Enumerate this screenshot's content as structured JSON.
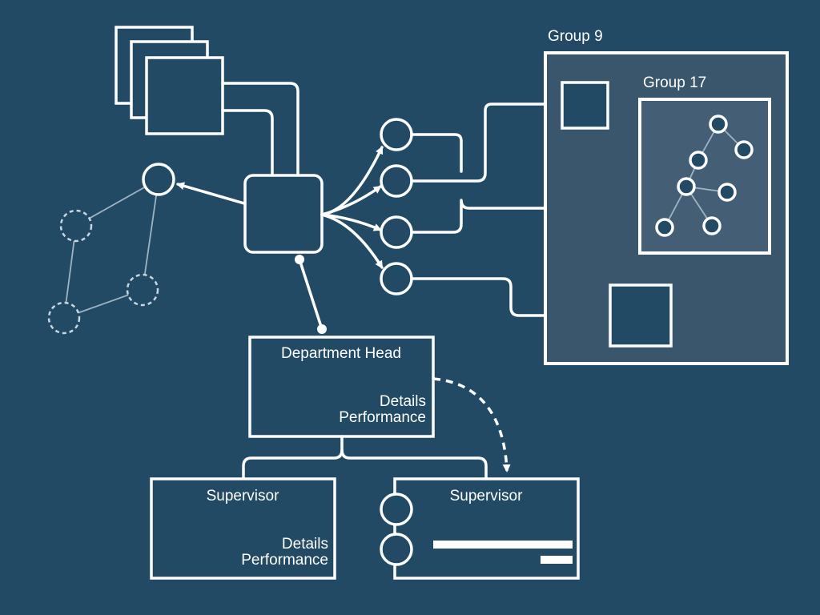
{
  "diagram": {
    "group_outer_label": "Group 9",
    "group_inner_label": "Group 17",
    "department_head": {
      "title": "Department Head",
      "line1": "Details",
      "line2": "Performance"
    },
    "supervisor_left": {
      "title": "Supervisor",
      "line1": "Details",
      "line2": "Performance"
    },
    "supervisor_right": {
      "title": "Supervisor"
    }
  },
  "colors": {
    "background": "#224a65",
    "stroke": "#ffffff",
    "group_fill": "#3a566c",
    "dashed_node": "#c9d6e0",
    "faint_edge": "#9fb3c2"
  }
}
